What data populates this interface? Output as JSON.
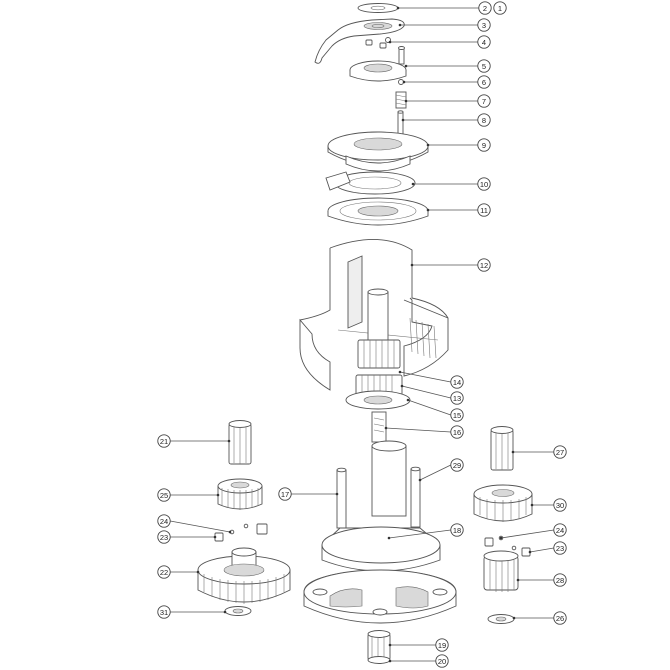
{
  "diagram": {
    "type": "exploded-parts-diagram",
    "callouts": [
      {
        "id": "c2",
        "label": "2"
      },
      {
        "id": "c1",
        "label": "1"
      },
      {
        "id": "c3",
        "label": "3"
      },
      {
        "id": "c4",
        "label": "4"
      },
      {
        "id": "c5",
        "label": "5"
      },
      {
        "id": "c6",
        "label": "6"
      },
      {
        "id": "c7",
        "label": "7"
      },
      {
        "id": "c8",
        "label": "8"
      },
      {
        "id": "c9",
        "label": "9"
      },
      {
        "id": "c10",
        "label": "10"
      },
      {
        "id": "c11",
        "label": "11"
      },
      {
        "id": "c12",
        "label": "12"
      },
      {
        "id": "c14",
        "label": "14"
      },
      {
        "id": "c13",
        "label": "13"
      },
      {
        "id": "c15",
        "label": "15"
      },
      {
        "id": "c16",
        "label": "16"
      },
      {
        "id": "c21",
        "label": "21"
      },
      {
        "id": "c27",
        "label": "27"
      },
      {
        "id": "c29",
        "label": "29"
      },
      {
        "id": "c25",
        "label": "25"
      },
      {
        "id": "c17",
        "label": "17"
      },
      {
        "id": "c30",
        "label": "30"
      },
      {
        "id": "c24a",
        "label": "24"
      },
      {
        "id": "c24b",
        "label": "24"
      },
      {
        "id": "c23a",
        "label": "23"
      },
      {
        "id": "c18",
        "label": "18"
      },
      {
        "id": "c23b",
        "label": "23"
      },
      {
        "id": "c22",
        "label": "22"
      },
      {
        "id": "c28",
        "label": "28"
      },
      {
        "id": "c31",
        "label": "31"
      },
      {
        "id": "c26",
        "label": "26"
      },
      {
        "id": "c19",
        "label": "19"
      },
      {
        "id": "c20",
        "label": "20"
      }
    ]
  }
}
